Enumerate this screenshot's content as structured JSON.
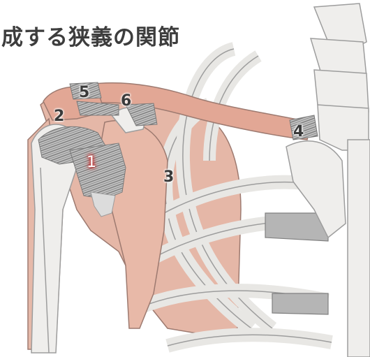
{
  "title": "成する狭義の関節",
  "labels": {
    "n1": "1",
    "n2": "2",
    "n3": "3",
    "n4": "4",
    "n5": "5",
    "n6": "6"
  },
  "colors": {
    "bone": "#efeeec",
    "bone_outline": "#9d9d9d",
    "muscle": "#e5b7a7",
    "cartilage": "#9a9a9a",
    "highlight": "#c81e1e"
  }
}
